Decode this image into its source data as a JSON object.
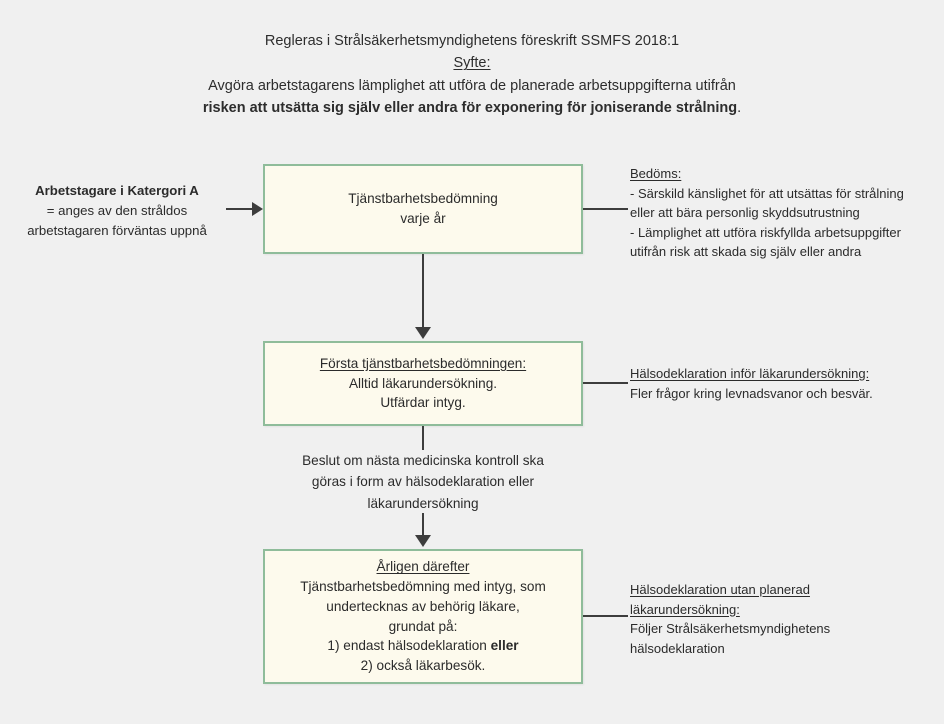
{
  "header": {
    "line1": "Regleras i Strålsäkerhetsmyndighetens föreskrift SSMFS 2018:1",
    "line2": "Syfte:",
    "line3": "Avgöra arbetstagarens lämplighet att utföra de planerade arbetsuppgifterna utifrån",
    "line4": "risken att utsätta sig själv eller andra för exponering för joniserande strålning",
    "line4_suffix": "."
  },
  "left_label": {
    "heading": "Arbetstagare i Katergori A",
    "line1": "= anges av den stråldos",
    "line2": "arbetstagaren förväntas uppnå"
  },
  "boxes": [
    {
      "id": "box-1",
      "title": "",
      "lines": [
        "Tjänstbarhetsbedömning",
        "varje år"
      ]
    },
    {
      "id": "box-2",
      "title": "Första tjänstbarhetsbedömningen:",
      "lines": [
        "Alltid läkarundersökning.",
        "Utfärdar intyg."
      ]
    },
    {
      "id": "box-3",
      "title": "Årligen därefter",
      "lines": [
        "Tjänstbarhetsbedömning med intyg, som",
        "undertecknas av behörig läkare,",
        "grundat på:",
        "1) endast hälsodeklaration ",
        "2)  också läkarbesök."
      ],
      "bold_word": "eller"
    }
  ],
  "mid_text": {
    "line1": "Beslut om nästa medicinska kontroll ska",
    "line2": "göras i form av hälsodeklaration eller",
    "line3": "läkarundersökning"
  },
  "notes": [
    {
      "id": "note-1",
      "heading": "Bedöms:",
      "lines": [
        "- Särskild känslighet för att utsättas för strålning",
        "eller att bära personlig skyddsutrustning",
        "- Lämplighet att utföra riskfyllda arbetsuppgifter",
        "utifrån risk att skada sig själv eller andra"
      ]
    },
    {
      "id": "note-2",
      "heading": "Hälsodeklaration inför läkarundersökning:",
      "lines": [
        "Fler frågor kring levnadsvanor och besvär."
      ]
    },
    {
      "id": "note-3",
      "heading": "Hälsodeklaration utan planerad",
      "heading2": "läkarundersökning:",
      "lines": [
        "Följer Strålsäkerhetsmyndighetens",
        "hälsodeklaration"
      ]
    }
  ],
  "colors": {
    "background": "#f0f0f0",
    "box_fill": "#fdfaed",
    "box_border": "#8fbc9a",
    "connector": "#3d3d3d",
    "text": "#2b2b2b"
  }
}
